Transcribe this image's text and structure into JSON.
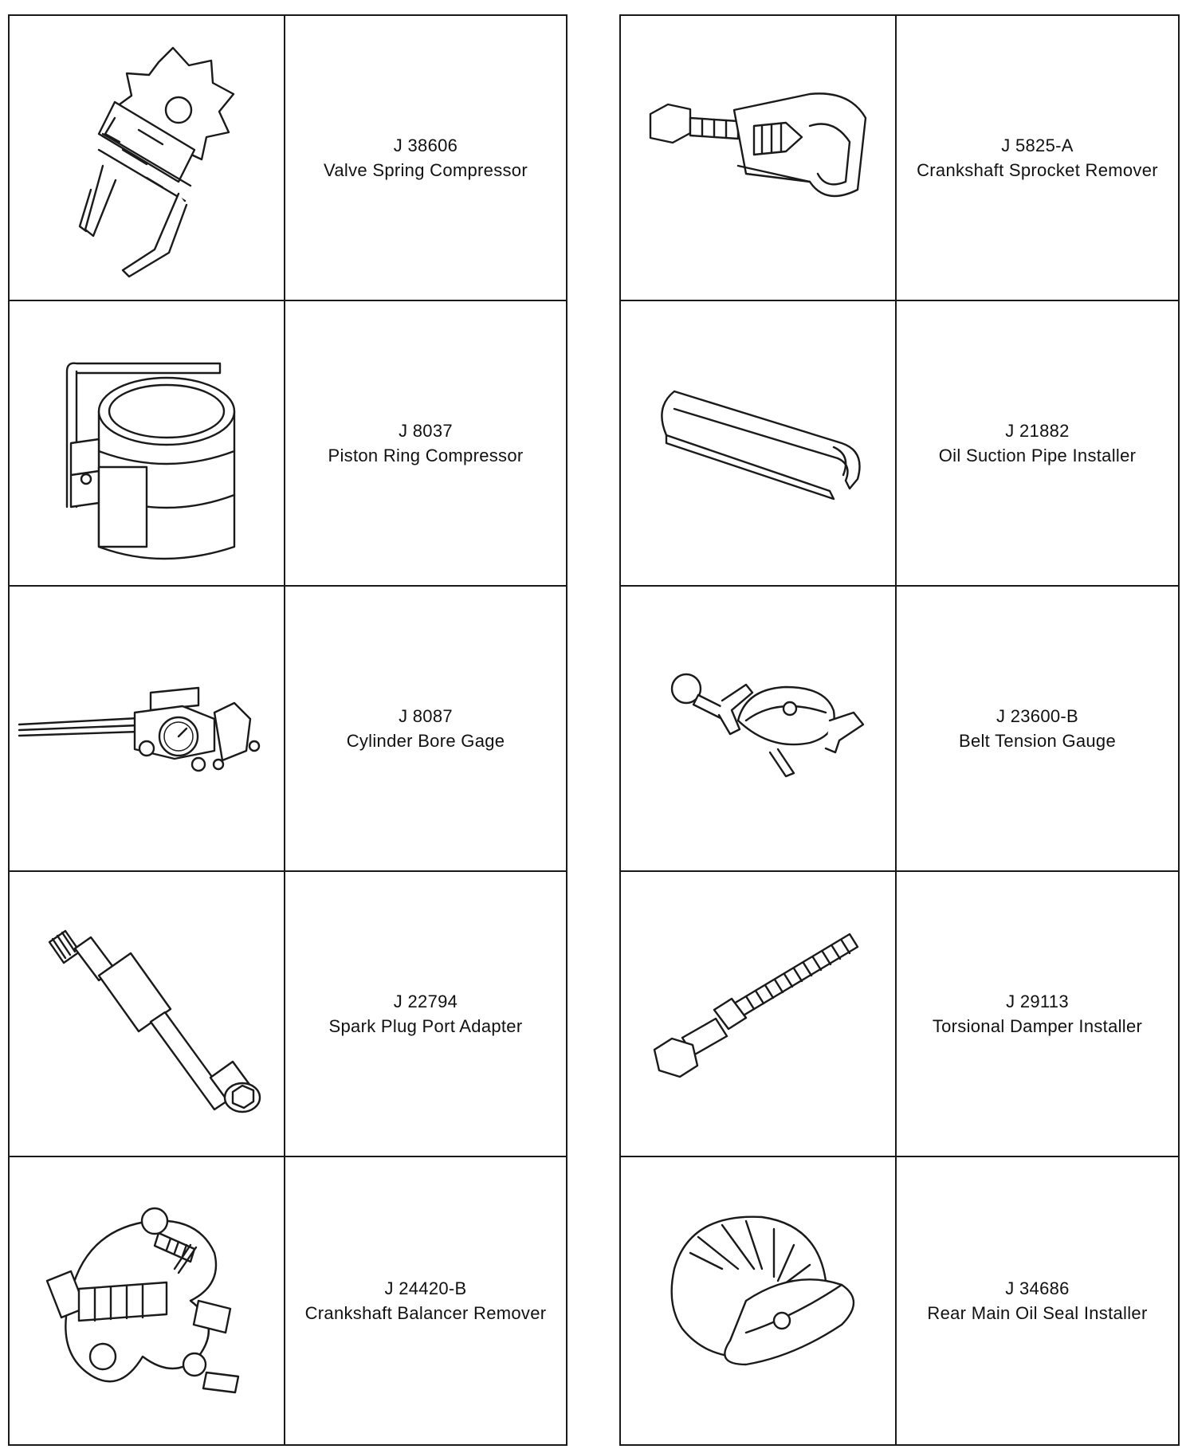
{
  "left_column": [
    {
      "id": "J 38606",
      "name": "Valve Spring Compressor",
      "icon": "valve-spring-compressor-icon"
    },
    {
      "id": "J 8037",
      "name": "Piston Ring Compressor",
      "icon": "piston-ring-compressor-icon"
    },
    {
      "id": "J 8087",
      "name": "Cylinder Bore Gage",
      "icon": "cylinder-bore-gage-icon"
    },
    {
      "id": "J 22794",
      "name": "Spark Plug Port Adapter",
      "icon": "spark-plug-port-adapter-icon"
    },
    {
      "id": "J 24420-B",
      "name": "Crankshaft Balancer Remover",
      "icon": "crankshaft-balancer-remover-icon"
    }
  ],
  "right_column": [
    {
      "id": "J 5825-A",
      "name": "Crankshaft Sprocket Remover",
      "icon": "crankshaft-sprocket-remover-icon"
    },
    {
      "id": "J 21882",
      "name": "Oil Suction Pipe Installer",
      "icon": "oil-suction-pipe-installer-icon"
    },
    {
      "id": "J 23600-B",
      "name": "Belt Tension Gauge",
      "icon": "belt-tension-gauge-icon"
    },
    {
      "id": "J 29113",
      "name": "Torsional Damper Installer",
      "icon": "torsional-damper-installer-icon"
    },
    {
      "id": "J 34686",
      "name": "Rear Main Oil Seal Installer",
      "icon": "rear-main-oil-seal-installer-icon"
    }
  ]
}
